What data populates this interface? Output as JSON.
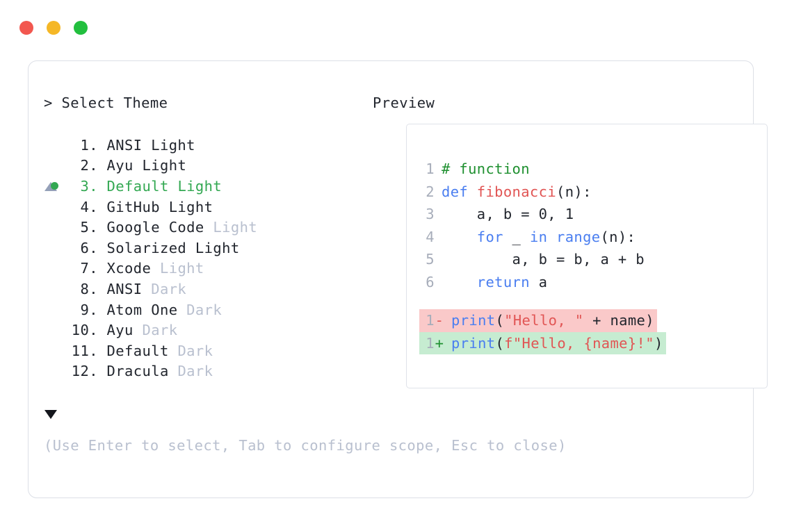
{
  "window": {
    "traffic_lights": [
      {
        "name": "close",
        "color": "#f2574f"
      },
      {
        "name": "minimize",
        "color": "#f5b726"
      },
      {
        "name": "zoom",
        "color": "#22bf3e"
      }
    ]
  },
  "selector": {
    "prompt": "> Select Theme",
    "scroll_up_indicator": "▲",
    "scroll_down_indicator": "▼",
    "selected_index": 3,
    "items": [
      {
        "index": " 1.",
        "name": "ANSI",
        "variant": "Light",
        "variant_muted": false,
        "selected": false
      },
      {
        "index": " 2.",
        "name": "Ayu",
        "variant": "Light",
        "variant_muted": false,
        "selected": false
      },
      {
        "index": " 3.",
        "name": "Default",
        "variant": "Light",
        "variant_muted": false,
        "selected": true
      },
      {
        "index": " 4.",
        "name": "GitHub",
        "variant": "Light",
        "variant_muted": false,
        "selected": false
      },
      {
        "index": " 5.",
        "name": "Google Code",
        "variant": "Light",
        "variant_muted": true,
        "selected": false
      },
      {
        "index": " 6.",
        "name": "Solarized",
        "variant": "Light",
        "variant_muted": false,
        "selected": false
      },
      {
        "index": " 7.",
        "name": "Xcode",
        "variant": "Light",
        "variant_muted": true,
        "selected": false
      },
      {
        "index": " 8.",
        "name": "ANSI",
        "variant": "Dark",
        "variant_muted": true,
        "selected": false
      },
      {
        "index": " 9.",
        "name": "Atom One",
        "variant": "Dark",
        "variant_muted": true,
        "selected": false
      },
      {
        "index": "10.",
        "name": "Ayu",
        "variant": "Dark",
        "variant_muted": true,
        "selected": false
      },
      {
        "index": "11.",
        "name": "Default",
        "variant": "Dark",
        "variant_muted": true,
        "selected": false
      },
      {
        "index": "12.",
        "name": "Dracula",
        "variant": "Dark",
        "variant_muted": true,
        "selected": false
      }
    ],
    "hint": "(Use Enter to select, Tab to configure scope, Esc to close)"
  },
  "preview": {
    "title": "Preview",
    "code_lines": [
      {
        "n": "1",
        "tokens": [
          {
            "t": "# function",
            "c": "comment"
          }
        ]
      },
      {
        "n": "2",
        "tokens": [
          {
            "t": "def ",
            "c": "keyword"
          },
          {
            "t": "fibonacci",
            "c": "func"
          },
          {
            "t": "(n):",
            "c": "plain"
          }
        ]
      },
      {
        "n": "3",
        "tokens": [
          {
            "t": "    a, b = 0, 1",
            "c": "plain"
          }
        ]
      },
      {
        "n": "4",
        "tokens": [
          {
            "t": "    ",
            "c": "plain"
          },
          {
            "t": "for",
            "c": "keyword"
          },
          {
            "t": " _ ",
            "c": "plain"
          },
          {
            "t": "in range",
            "c": "keyword"
          },
          {
            "t": "(n):",
            "c": "plain"
          }
        ]
      },
      {
        "n": "5",
        "tokens": [
          {
            "t": "        a, b = b, a + b",
            "c": "plain"
          }
        ]
      },
      {
        "n": "6",
        "tokens": [
          {
            "t": "    ",
            "c": "plain"
          },
          {
            "t": "return",
            "c": "keyword"
          },
          {
            "t": " a",
            "c": "plain"
          }
        ]
      }
    ],
    "diff_lines": [
      {
        "n": "1",
        "sign": "-",
        "kind": "removed",
        "tokens": [
          {
            "t": "print",
            "c": "keyword"
          },
          {
            "t": "(",
            "c": "plain"
          },
          {
            "t": "\"Hello, \"",
            "c": "string"
          },
          {
            "t": " + name)",
            "c": "plain"
          }
        ]
      },
      {
        "n": "1",
        "sign": "+",
        "kind": "added",
        "tokens": [
          {
            "t": "print",
            "c": "keyword"
          },
          {
            "t": "(",
            "c": "plain"
          },
          {
            "t": "f\"Hello, {name}!\"",
            "c": "string"
          },
          {
            "t": ")",
            "c": "plain"
          }
        ]
      }
    ]
  },
  "colors": {
    "accent_selected": "#33a852",
    "text_primary": "#22262e",
    "text_muted": "#b9c0cf",
    "line_number": "#a7adba",
    "comment": "#1f9030",
    "keyword": "#4a7ef0",
    "function": "#e15554",
    "string": "#e15554",
    "diff_removed_bg": "#fac9c9",
    "diff_added_bg": "#c6ecd1",
    "panel_border": "#dcdfe6"
  }
}
